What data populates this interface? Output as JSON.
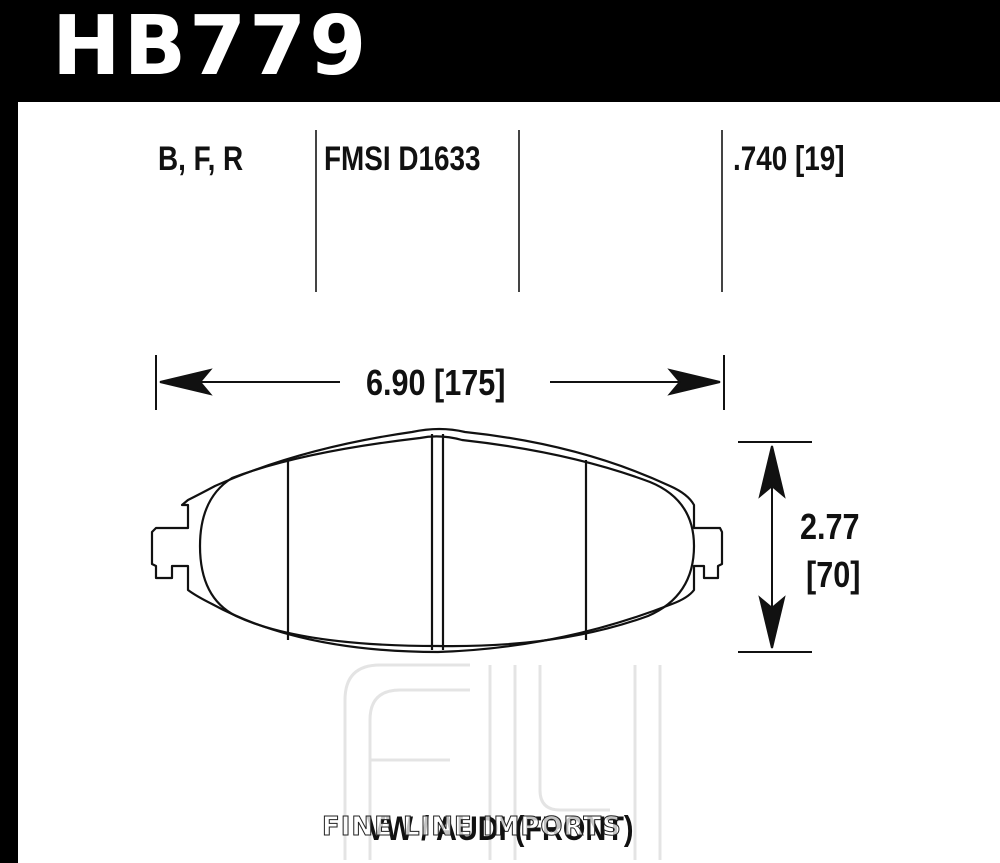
{
  "header": {
    "part_number": "HB779"
  },
  "specs": {
    "compounds": "B, F, R",
    "fmsi": "FMSI D1633",
    "thickness": ".740 [19]"
  },
  "dimensions": {
    "width": "6.90 [175]",
    "height_in": "2.77",
    "height_mm": "[70]"
  },
  "application": "VW / AUDI (FRONT)",
  "watermark": {
    "text": "FINE LINE IMPORTS",
    "logo": "FLI-logo"
  },
  "colors": {
    "background": "#000000",
    "sheet": "#ffffff",
    "ink": "#111111"
  }
}
